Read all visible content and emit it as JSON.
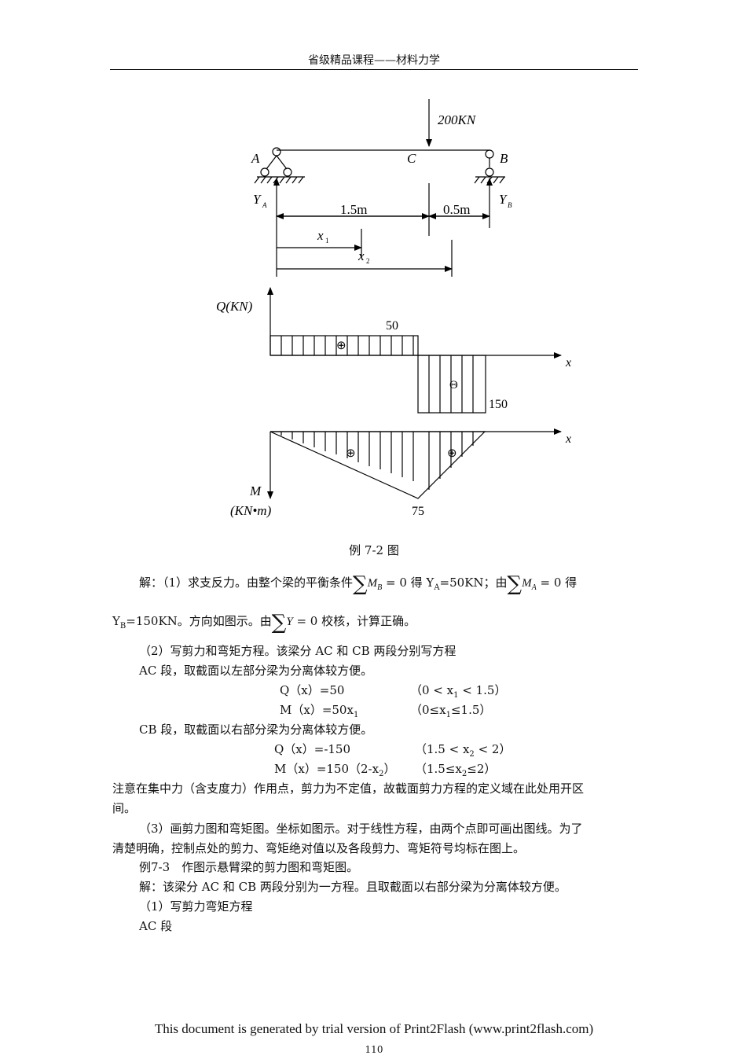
{
  "header": {
    "title": "省级精品课程——材料力学"
  },
  "figure": {
    "load_label": "200KN",
    "A": "A",
    "C": "C",
    "B": "B",
    "ya": "Y",
    "ya_sub": "A",
    "yb": "Y",
    "yb_sub": "B",
    "dim1": "1.5m",
    "dim2": "0.5m",
    "x1": "x",
    "x1_sub": "1",
    "x2": "x",
    "x2_sub": "2",
    "q_axis": "Q(KN)",
    "q_pos_value": "50",
    "q_neg_value": "150",
    "q_pos_sign": "⊕",
    "q_neg_sign": "Θ",
    "x_axis": "x",
    "m_axis": "M",
    "m_unit": "(KN•m)",
    "m_value": "75",
    "m_sign1": "⊕",
    "m_sign2": "⊕"
  },
  "caption": "例 7-2 图",
  "solution": {
    "l1_a": "解：（1）求支反力。由整个梁的平衡条件",
    "l1_mb": "M",
    "l1_mb_sub": "B",
    "l1_b": " = 0 得 Y",
    "l1_ya_sub": "A",
    "l1_c": "=50KN；由",
    "l1_ma": "M",
    "l1_ma_sub": "A",
    "l1_d": " = 0 得",
    "l2_a": "Y",
    "l2_yb_sub": "B",
    "l2_b": "=150KN。方向如图示。由",
    "l2_y": "Y",
    "l2_c": " = 0 校核，计算正确。",
    "p2": "（2）写剪力和弯矩方程。该梁分 AC 和 CB 两段分别写方程",
    "ac": "AC 段，取截面以左部分梁为分离体较方便。",
    "eq1": "Q（x）=50",
    "eq1_dom": "（0 < x",
    "eq1_dom_sub": "1",
    "eq1_dom_end": " < 1.5）",
    "eq2": "M（x）=50x",
    "eq2_sub": "1",
    "eq2_dom": "（0≤x",
    "eq2_dom_sub": "1",
    "eq2_dom_end": "≤1.5）",
    "cb": "CB 段，取截面以右部分梁为分离体较方便。",
    "eq3": "Q（x）=-150",
    "eq3_dom": "（1.5 < x",
    "eq3_dom_sub": "2",
    "eq3_dom_end": " < 2）",
    "eq4": "M（x）=150（2-x",
    "eq4_sub": "2",
    "eq4_end": "）",
    "eq4_dom": "（1.5≤x",
    "eq4_dom_sub": "2",
    "eq4_dom_end": "≤2）",
    "note1": "注意在集中力（含支度力）作用点，剪力为不定值，故截面剪力方程的定义域在此处用开区",
    "note2": "间。",
    "p3a": "（3）画剪力图和弯矩图。坐标如图示。对于线性方程，由两个点即可画出图线。为了",
    "p3b": "清楚明确，控制点处的剪力、弯矩绝对值以及各段剪力、弯矩符号均标在图上。",
    "ex": "例7-3　作图示悬臂梁的剪力图和弯矩图。",
    "sol2": "解：该梁分 AC 和 CB 两段分别为一方程。且取截面以右部分梁为分离体较方便。",
    "s1": "（1）写剪力弯矩方程",
    "ac2": "AC 段"
  },
  "footer": {
    "trial": "This document is generated by trial version of Print2Flash (www.print2flash.com)",
    "page": "110"
  }
}
